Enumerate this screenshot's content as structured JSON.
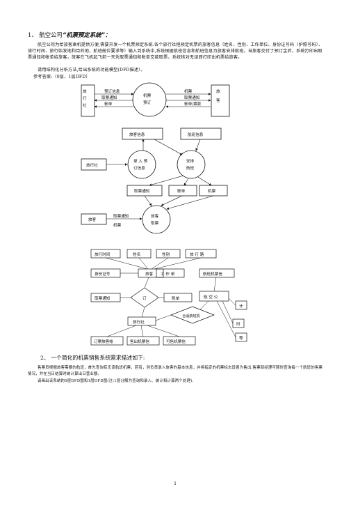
{
  "q1": {
    "number": "1、",
    "title_prefix": "航空公司",
    "title_main": "“机票预定系统”：",
    "para1": "航空公司为给旅客乘机提供方便,需要开发一个机票预定系统.各个旅行社把预定机票的旅客信息（姓名、性别、工作单位、身份证号码（护照号码）、旅行时间、旅行始发地和目的地，航班舱位要求等）输入到系统中,系统根据航班信息和航班信息为旅客安排航班。当旅客交付了预订金后，系统打印出取票通知和帐单给旅客，旅客在飞机起飞前一天凭取票通知和帐单交款取票，系统核对无误即打印出机票给旅客。",
    "para2": "请用结构化分析方法,给出系统的功能模型(DFD描述）。",
    "answer_label": "参考答案:（0层，1层DFD）"
  },
  "dfd0": {
    "travel_agency": [
      "旅",
      "行",
      "社"
    ],
    "process": [
      "机票",
      "预订"
    ],
    "passenger": [
      "旅",
      "客"
    ],
    "left_flows": [
      "预订信息",
      "取票通知",
      "帐单"
    ],
    "right_flows": [
      "机票",
      "取票通知",
      "帐单/票款"
    ]
  },
  "dfd1": {
    "store_passenger": "旅客信息",
    "store_flight": "航班信息",
    "agency": "旅行社",
    "proc_input": [
      "录 入 预",
      "订信息"
    ],
    "proc_arrange": [
      "安排",
      "航班"
    ],
    "out_notice": "取票通知",
    "out_bill": "账单",
    "out_ticket": "机票",
    "passenger": "旅客",
    "flow_pay": [
      "取票通知",
      "机票"
    ],
    "proc_pickup": [
      "旅客",
      "取票"
    ]
  },
  "er": {
    "attr_time": "旅行时间",
    "attr_name": "姓名",
    "attr_gender": "性别",
    "attr_route": "旅 行 路",
    "attr_id": "身份证号",
    "entity_passenger": "旅客",
    "attr_work": "工 作 单",
    "attr_seat": "航班机票信",
    "attr_notice": "取票通知",
    "rel_book": "订",
    "attr_bill": "账单",
    "entity_airline": "航 空 公",
    "rel_arrange": "合适航班机",
    "entity_agency": "旅行社",
    "attr_right1": "计",
    "attr_right2": "时",
    "attr_right3": "等",
    "attr_count": "订票旅客帐",
    "attr_sell": "售出机票信",
    "attr_avail": "可售机票信"
  },
  "q2": {
    "number": "2、",
    "title": "一个简化的机票销售系统需求描述如下:",
    "para1": "售票员根据旅客需要的航班，首先查询有无该航班机票，若有，则负责录入旅客的基本信息，并将指定的机票标志设置为售出;售票部经理可随时查询每一个航班的售票情况，并在当日结算时统计算出日营业额。",
    "para2": "请画出该系统的0层DFD图和1层DFD图(注:1层分解为查询和录入、统计和计算两个处理)."
  },
  "page_number": "1"
}
